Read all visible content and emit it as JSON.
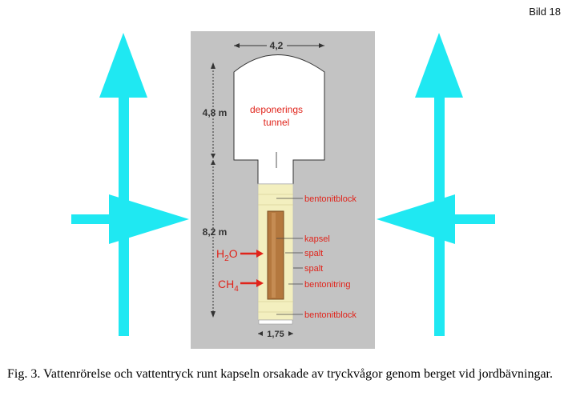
{
  "slide_label": "Bild 18",
  "diagram": {
    "width_top": "4,2",
    "height_tunnel": "4,8 m",
    "tunnel_label_1": "deponerings",
    "tunnel_label_2": "tunnel",
    "height_hole": "8,2 m",
    "width_bottom": "1,75",
    "labels": {
      "bentonite_block_top": "bentonitblock",
      "capsule": "kapsel",
      "gap_1": "spalt",
      "gap_2": "spalt",
      "bentonite_ring": "bentonitring",
      "bentonite_block_bottom": "bentonitblock"
    },
    "water": {
      "main": "H",
      "sub": "2",
      "tail": "O"
    },
    "methane": {
      "main": "CH",
      "sub": "4"
    },
    "colors": {
      "arrow": "#1fe8f2",
      "rock": "#c3c3c3",
      "label_red": "#e0241b",
      "buffer": "#f3efbf",
      "capsule": "#b4783e"
    }
  },
  "caption": "Fig. 3. Vattenrörelse och vattentryck runt kapseln orsakade av tryckvågor genom berget vid jordbävningar."
}
